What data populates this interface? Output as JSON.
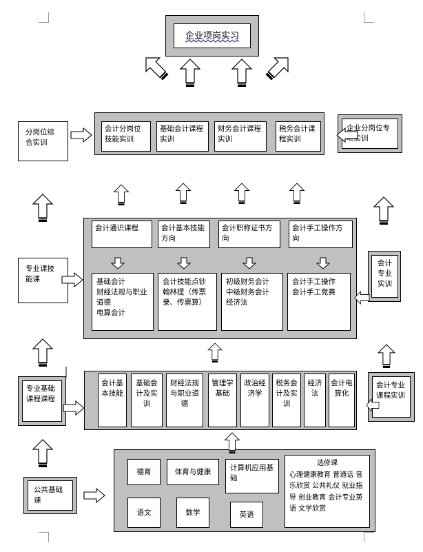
{
  "top": {
    "title": "企业项岗实习"
  },
  "row_internship": {
    "left_box": "分岗位综合实训",
    "right_box": "企业分岗位专项实训",
    "items": [
      "会计分岗位技能实训",
      "基础会计课程实训",
      "财务会计课程实训",
      "税务会计课程实训"
    ]
  },
  "row_professional": {
    "left_box": "专业课技能课",
    "right_box": "会计专业实训",
    "headers": [
      "会计通识课程",
      "会计基本技能方向",
      "会计职称证书方向",
      "会计手工操作方向"
    ],
    "columns": [
      [
        "基础会计",
        "财经法规与职业道德",
        "电算会计"
      ],
      [
        "会计技能点钞",
        "翰林提（传票录、传票算）"
      ],
      [
        "初级财务会计",
        "中级财务会计",
        "经济法"
      ],
      [
        "会计手工操作",
        "会计手工竞赛"
      ]
    ]
  },
  "row_foundation": {
    "left_box": "专业基础课程课程",
    "right_box": "会计专业课程实训",
    "items": [
      "会计基本技能",
      "基础会计及实训",
      "财经法规与职业道德",
      "管理学基础",
      "政治经济学",
      "税务会计及实训",
      "经济法",
      "会计电算化"
    ]
  },
  "row_public": {
    "left_box": "公共基础课",
    "items": [
      "德育",
      "体育与健康",
      "计算机应用基础",
      "语文",
      "数学",
      "英语"
    ],
    "electives_title": "选修课",
    "electives": "心理健康教育 普通话 音乐欣赏 公共礼仪 就业指导 创业教育 会计专业英语 文学欣赏"
  }
}
